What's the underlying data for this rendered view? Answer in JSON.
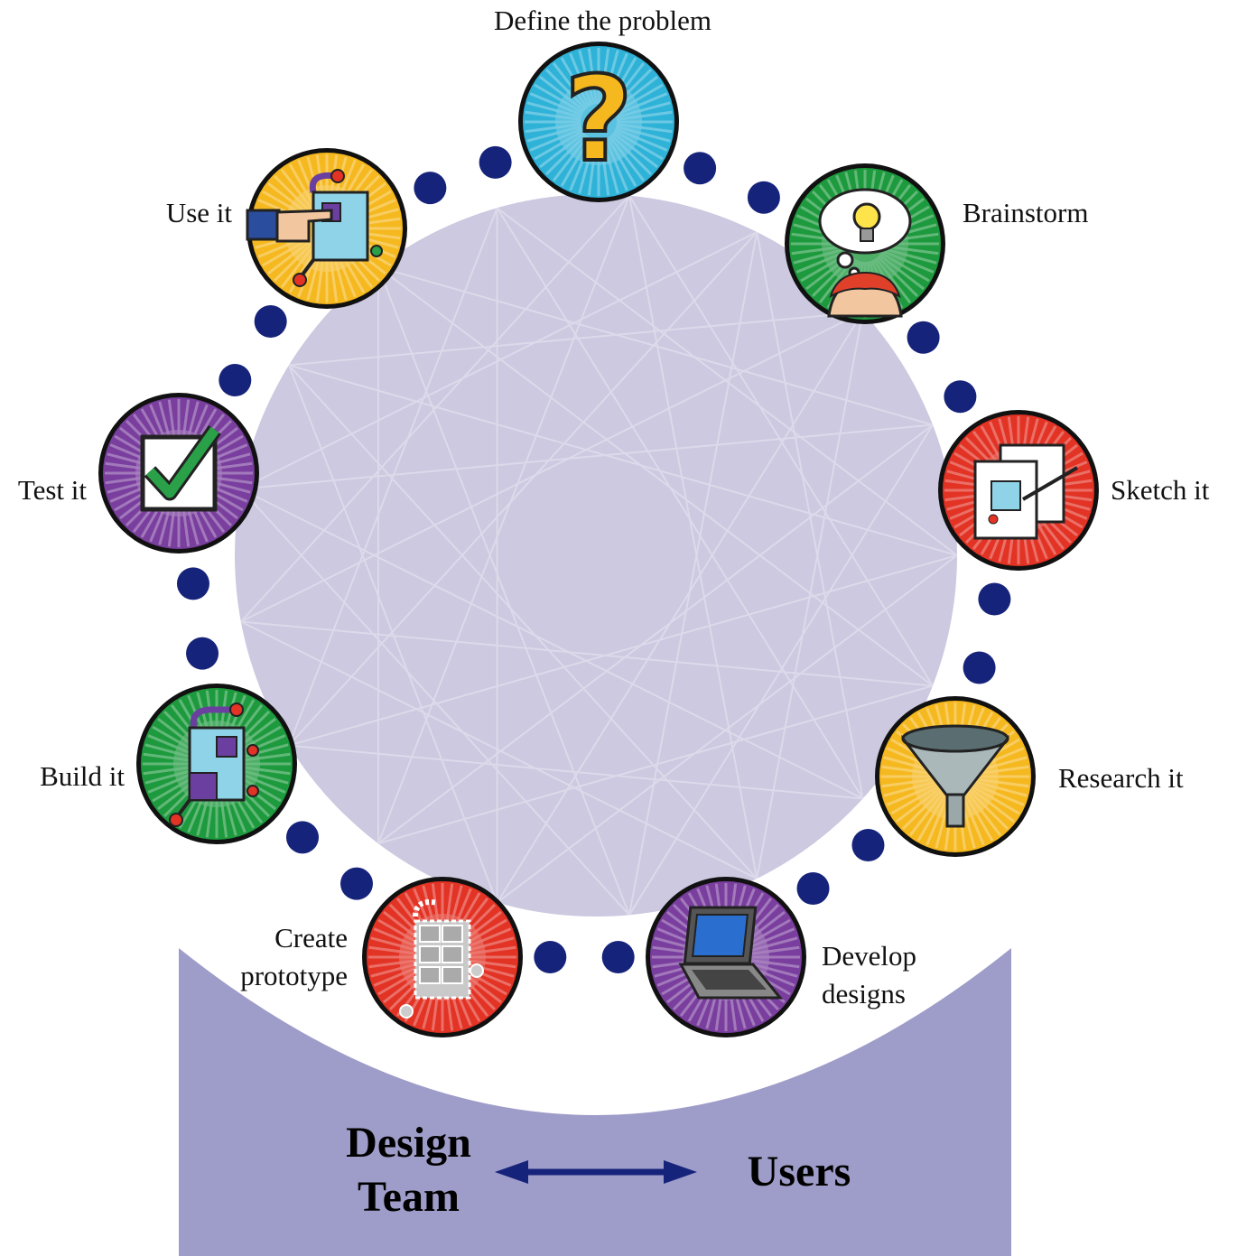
{
  "steps": [
    {
      "label": "Define the problem",
      "icon": "question-mark-icon",
      "color": "#2fb2d8"
    },
    {
      "label": "Brainstorm",
      "icon": "thought-bubble-lightbulb-icon",
      "color": "#1e9a3e"
    },
    {
      "label": "Sketch it",
      "icon": "sketch-paper-icon",
      "color": "#e23325"
    },
    {
      "label": "Research it",
      "icon": "funnel-icon",
      "color": "#f5b81f"
    },
    {
      "label": "Develop designs",
      "label_lines": [
        "Develop",
        "designs"
      ],
      "icon": "laptop-icon",
      "color": "#7a3f9e"
    },
    {
      "label": "Create prototype",
      "label_lines": [
        "Create",
        "prototype"
      ],
      "icon": "dashed-robot-icon",
      "color": "#e23325"
    },
    {
      "label": "Build it",
      "icon": "robot-icon",
      "color": "#1e9a3e"
    },
    {
      "label": "Test it",
      "icon": "checkbox-check-icon",
      "color": "#7a3f9e"
    },
    {
      "label": "Use it",
      "icon": "hand-pressing-robot-icon",
      "color": "#f5b81f"
    }
  ],
  "bottom": {
    "left_lines": [
      "Design",
      "Team"
    ],
    "right": "Users",
    "arrow": "double-headed-arrow-icon"
  },
  "colors": {
    "inner_circle": "#ccc9e0",
    "bottom_band": "#9e9cc8",
    "dots": "#16237a",
    "arrow": "#16237a"
  }
}
